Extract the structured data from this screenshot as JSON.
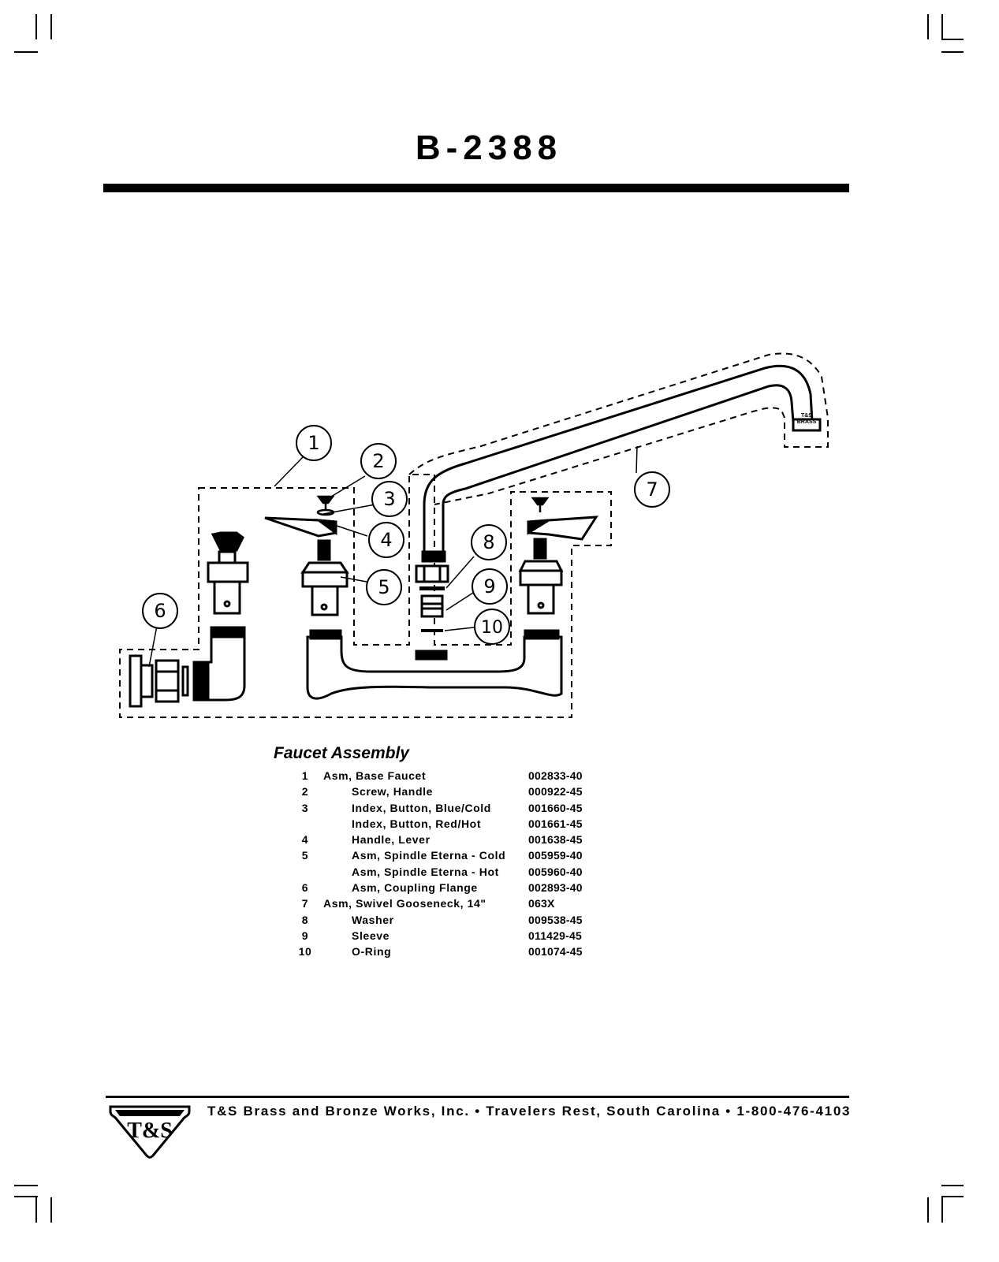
{
  "title": "B-2388",
  "diagram": {
    "callouts": [
      "1",
      "2",
      "3",
      "4",
      "5",
      "6",
      "7",
      "8",
      "9",
      "10"
    ],
    "spout_stamp": [
      "T&S",
      "BRASS"
    ]
  },
  "parts_list": {
    "heading": "Faucet Assembly",
    "rows": [
      {
        "num": "1",
        "description": "Asm, Base Faucet",
        "part_number": "002833-40",
        "indent": false
      },
      {
        "num": "2",
        "description": "Screw, Handle",
        "part_number": "000922-45",
        "indent": true
      },
      {
        "num": "3",
        "description": "Index, Button, Blue/Cold",
        "part_number": "001660-45",
        "indent": true
      },
      {
        "num": "",
        "description": "Index, Button, Red/Hot",
        "part_number": "001661-45",
        "indent": true
      },
      {
        "num": "4",
        "description": "Handle, Lever",
        "part_number": "001638-45",
        "indent": true
      },
      {
        "num": "5",
        "description": "Asm, Spindle Eterna - Cold",
        "part_number": "005959-40",
        "indent": true
      },
      {
        "num": "",
        "description": "Asm, Spindle Eterna - Hot",
        "part_number": "005960-40",
        "indent": true
      },
      {
        "num": "6",
        "description": "Asm, Coupling Flange",
        "part_number": "002893-40",
        "indent": true
      },
      {
        "num": "7",
        "description": "Asm, Swivel Gooseneck, 14\"",
        "part_number": "063X",
        "indent": false
      },
      {
        "num": "8",
        "description": "Washer",
        "part_number": "009538-45",
        "indent": true
      },
      {
        "num": "9",
        "description": "Sleeve",
        "part_number": "011429-45",
        "indent": true
      },
      {
        "num": "10",
        "description": "O-Ring",
        "part_number": "001074-45",
        "indent": true
      }
    ]
  },
  "footer": {
    "company_line": "T&S Brass and Bronze Works, Inc. • Travelers Rest, South Carolina • 1-800-476-4103",
    "logo_text": "T&S"
  }
}
